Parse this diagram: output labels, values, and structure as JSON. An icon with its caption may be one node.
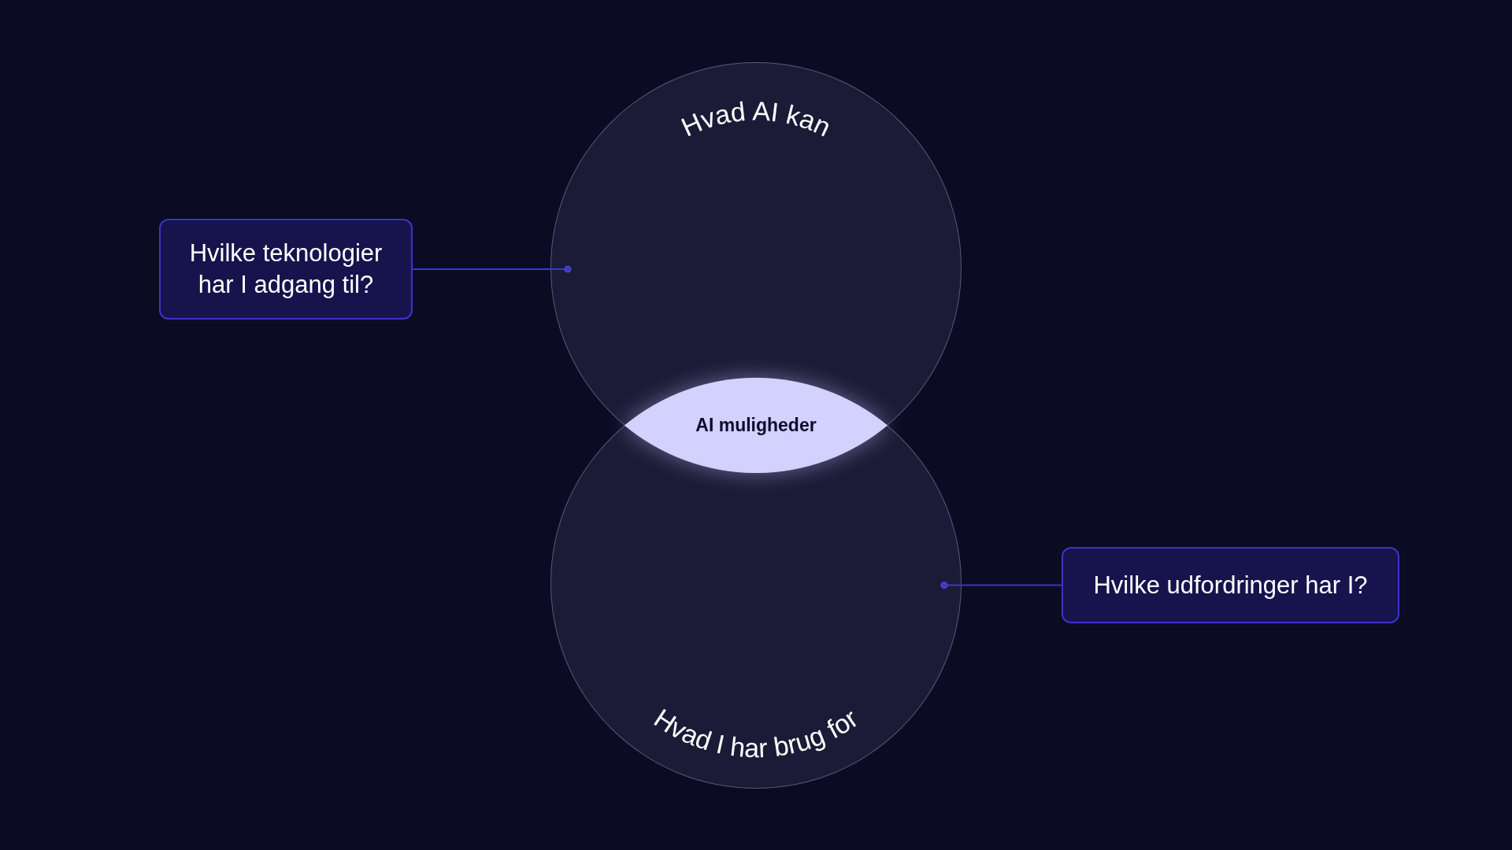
{
  "diagram": {
    "nodes": [
      {
        "text": [
          "Hvad AI kan"
        ]
      },
      {
        "text": [
          "Hvad I har brug for"
        ]
      },
      {
        "text": [
          "AI muligheder"
        ]
      },
      {
        "text": [
          "Hvilke teknologier har I adgang til?"
        ]
      },
      {
        "text": [
          "Hvilke udfordringer har I?"
        ]
      }
    ],
    "edges": [
      {
        "from": 3,
        "to": 0,
        "arrow": "other"
      },
      {
        "from": 4,
        "to": 1,
        "arrow": "other"
      }
    ]
  }
}
